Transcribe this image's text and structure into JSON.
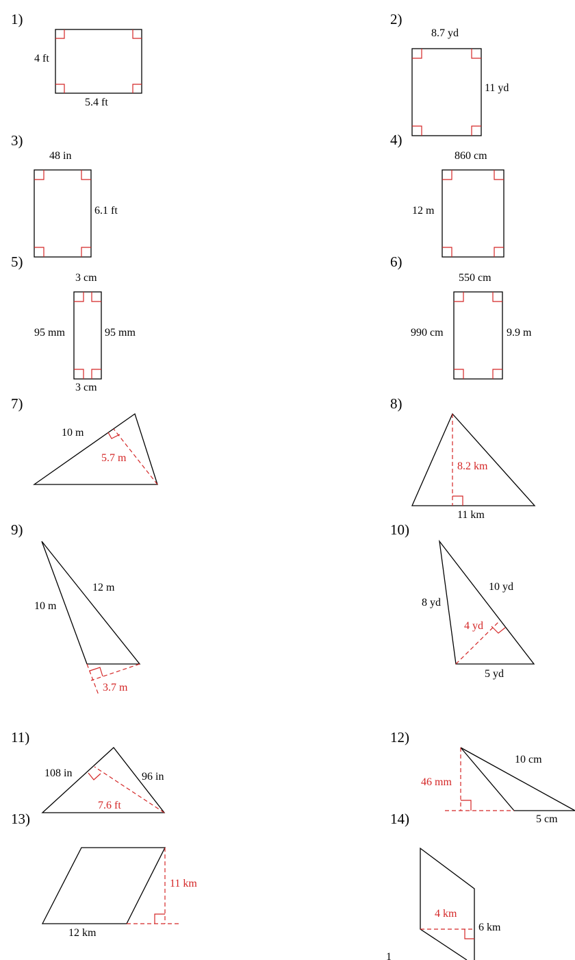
{
  "problems": [
    {
      "number": "1)",
      "labels": [
        "4 ft",
        "5.4 ft"
      ]
    },
    {
      "number": "2)",
      "labels": [
        "8.7 yd",
        "11 yd"
      ]
    },
    {
      "number": "3)",
      "labels": [
        "48 in",
        "6.1 ft"
      ]
    },
    {
      "number": "4)",
      "labels": [
        "860 cm",
        "12 m"
      ]
    },
    {
      "number": "5)",
      "labels": [
        "3 cm",
        "95 mm",
        "95 mm",
        "3 cm"
      ]
    },
    {
      "number": "6)",
      "labels": [
        "550 cm",
        "990 cm",
        "9.9 m"
      ]
    },
    {
      "number": "7)",
      "labels": [
        "10 m"
      ],
      "red_labels": [
        "5.7 m"
      ]
    },
    {
      "number": "8)",
      "labels": [
        "11 km"
      ],
      "red_labels": [
        "8.2 km"
      ]
    },
    {
      "number": "9)",
      "labels": [
        "12 m",
        "10 m"
      ],
      "red_labels": [
        "3.7 m"
      ]
    },
    {
      "number": "10)",
      "labels": [
        "10 yd",
        "8 yd",
        "5 yd"
      ],
      "red_labels": [
        "4 yd"
      ]
    },
    {
      "number": "11)",
      "labels": [
        "108 in",
        "96 in"
      ],
      "red_labels": [
        "7.6 ft"
      ]
    },
    {
      "number": "12)",
      "labels": [
        "10 cm",
        "5 cm"
      ],
      "red_labels": [
        "46 mm"
      ]
    },
    {
      "number": "13)",
      "labels": [
        "12 km"
      ],
      "red_labels": [
        "11 km"
      ]
    },
    {
      "number": "14)",
      "labels": [
        "6 km"
      ],
      "red_labels": [
        "4 km"
      ]
    }
  ],
  "page_number": "1",
  "colors": {
    "figure": "#000000",
    "marks": "#d42626"
  }
}
